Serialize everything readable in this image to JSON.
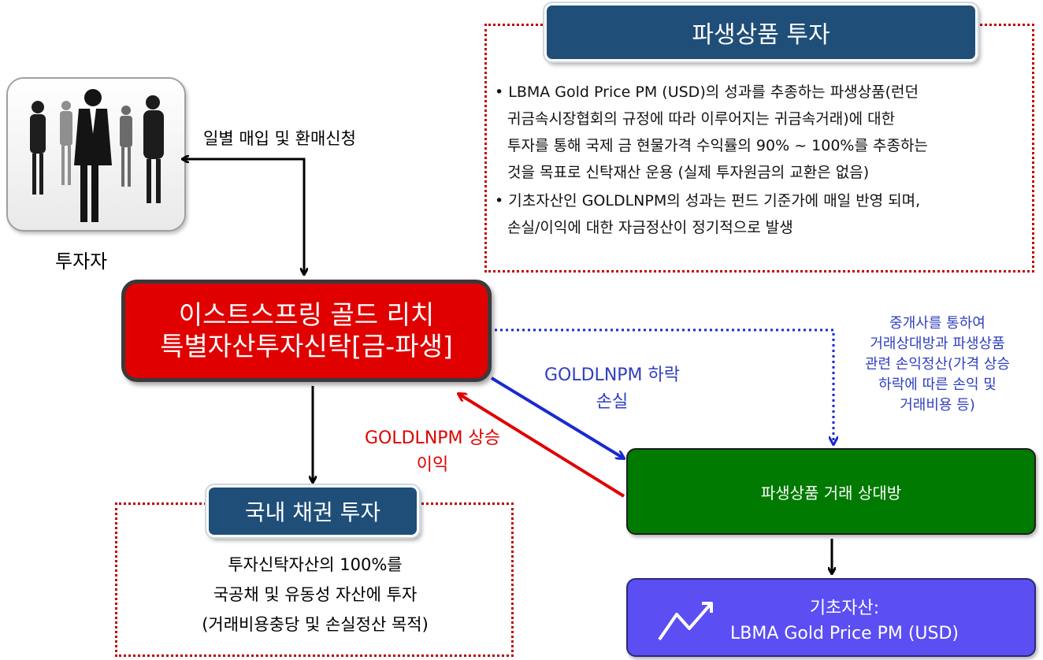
{
  "derivatives": {
    "title": "파생상품 투자",
    "bullets": [
      {
        "lines": [
          "LBMA Gold Price PM (USD)의 성과를 추종하는 파생상품(런던",
          "귀금속시장협회의 규정에 따라 이루어지는 귀금속거래)에 대한",
          "투자를 통해 국제 금 현물가격 수익률의 90% ~ 100%를 추종하는",
          "것을 목표로 신탁재산 운용 (실제 투자원금의 교환은 없음)"
        ]
      },
      {
        "lines": [
          "기초자산인 GOLDLNPM의 성과는 펀드 기준가에 매일 반영 되며,",
          "손실/이익에 대한 자금정산이 정기적으로 발생"
        ]
      }
    ]
  },
  "investor": {
    "label": "투자자",
    "flow_label": "일별 매입 및 환매신청"
  },
  "trust": {
    "line1": "이스트스프링 골드 리치",
    "line2": "특별자산투자신탁[금-파생]"
  },
  "broker_note": {
    "lines": [
      "중개사를 통하여",
      "거래상대방과 파생상품",
      "관련 손익정산(가격 상승",
      "하락에 따른 손익 및",
      "거래비용 등)"
    ]
  },
  "loss_label": {
    "line1": "GOLDLNPM 하락",
    "line2": "손실"
  },
  "gain_label": {
    "line1": "GOLDLNPM 상승",
    "line2": "이익"
  },
  "counterparty": {
    "label": "파생상품 거래 상대방"
  },
  "bonds": {
    "title": "국내 채권 투자",
    "lines": [
      "투자신탁자산의 100%를",
      "국공채 및 유동성 자산에 투자",
      "(거래비용충당 및 손실정산 목적)"
    ]
  },
  "underlying": {
    "line1": "기초자산:",
    "line2": "LBMA Gold Price PM (USD)",
    "icon": "trend-up-icon"
  },
  "colors": {
    "trust_red": "#e00000",
    "badge_blue": "#1f4e79",
    "counterparty_green": "#007a00",
    "underlying_purple": "#5b4ef2",
    "loss_blue": "#2f3fbf",
    "gain_red": "#e00000"
  }
}
